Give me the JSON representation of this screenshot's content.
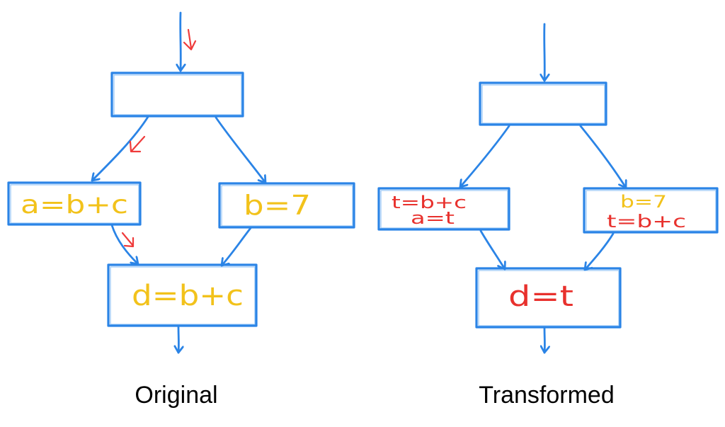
{
  "original": {
    "caption": "Original",
    "block_a": "a=b+c",
    "block_b": "b=7",
    "block_d": "d=b+c"
  },
  "transformed": {
    "caption": "Transformed",
    "block_left_line1": "t=b+c",
    "block_left_line2": "a=t",
    "block_right_line1": "b=7",
    "block_right_line2": "t=b+c",
    "block_d": "d=t"
  },
  "colors": {
    "edges": "#2b84e6",
    "original_code": "#f2c21b",
    "inserted_code": "#e8312d",
    "path_marks": "#ef3b3b"
  }
}
